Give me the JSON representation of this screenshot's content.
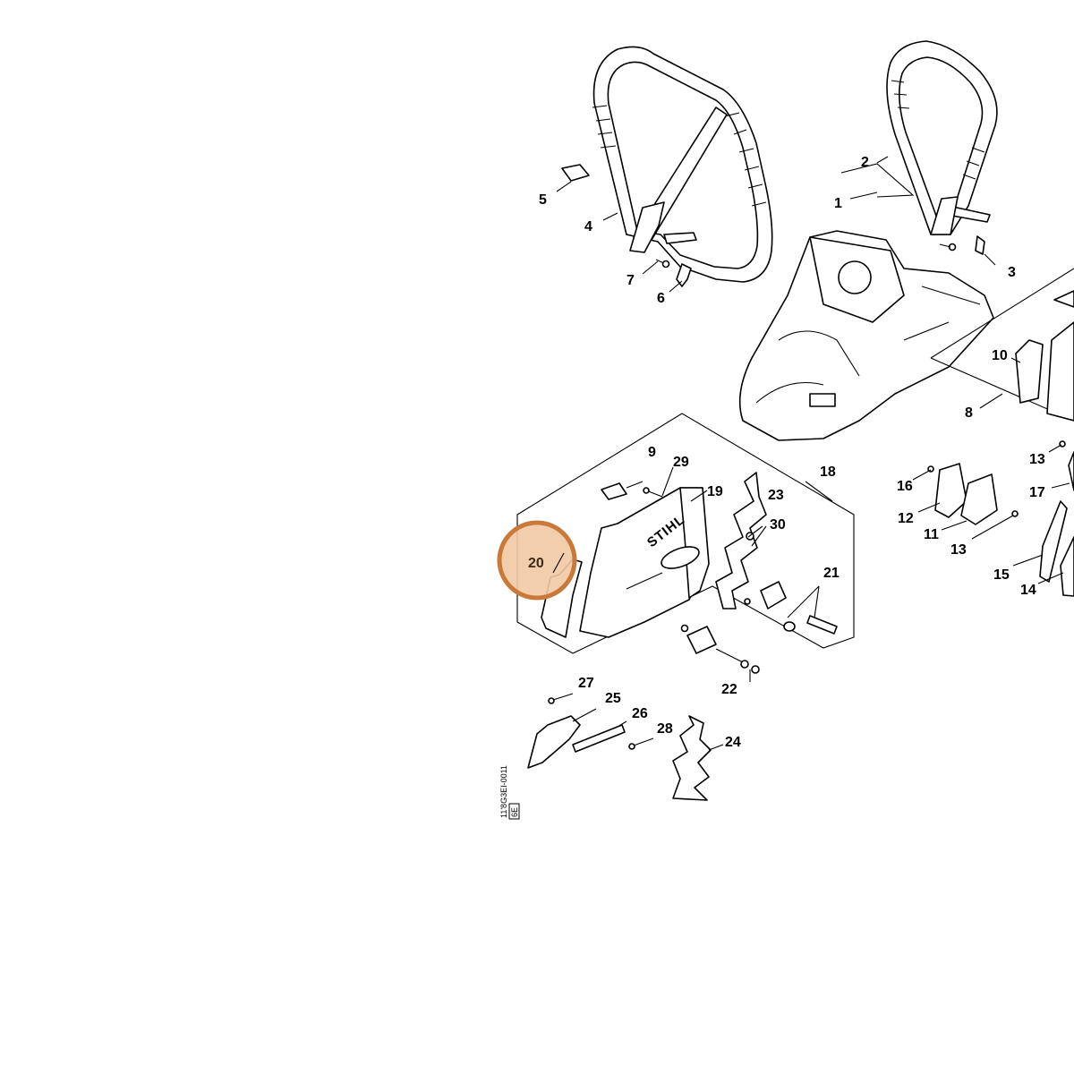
{
  "diagram": {
    "brand_mark": "STIHL",
    "doc_code": "11'8G3EI-0011",
    "doc_badge": "6E",
    "highlight": {
      "label": "20",
      "color_fill": "#f2c9a4",
      "color_ring": "#c97a3a"
    },
    "callouts": [
      "1",
      "2",
      "3",
      "4",
      "5",
      "6",
      "7",
      "8",
      "9",
      "10",
      "11",
      "12",
      "13",
      "13",
      "14",
      "15",
      "16",
      "17",
      "18",
      "19",
      "21",
      "22",
      "23",
      "24",
      "25",
      "26",
      "27",
      "28",
      "29",
      "30"
    ]
  }
}
